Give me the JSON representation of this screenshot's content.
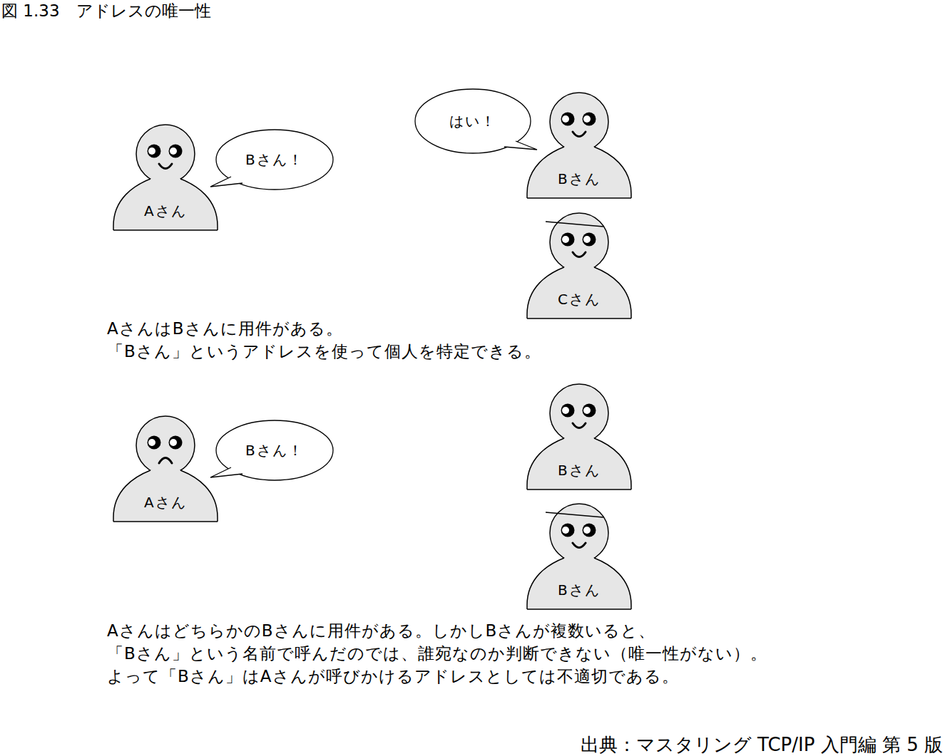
{
  "diagram": {
    "title": "図 1.33　アドレスの唯一性",
    "nodes": [
      {
        "text": [
          "Aさん"
        ]
      },
      {
        "text": [
          "Bさん！"
        ]
      },
      {
        "text": [
          "はい！"
        ]
      },
      {
        "text": [
          "Bさん"
        ]
      },
      {
        "text": [
          "Cさん"
        ]
      },
      {
        "text": [
          "Aさん"
        ]
      },
      {
        "text": [
          "Bさん！"
        ]
      },
      {
        "text": [
          "Bさん"
        ]
      },
      {
        "text": [
          "Bさん"
        ]
      }
    ],
    "labels": [
      "AさんはBさんに用件がある。",
      "「Bさん」というアドレスを使って個人を特定できる。",
      "AさんはどちらかのBさんに用件がある。しかしBさんが複数いると、",
      "「Bさん」という名前で呼んだのでは、誰宛なのか判断できない（唯一性がない）。",
      "よって「Bさん」はAさんが呼びかけるアドレスとしては不適切である。",
      "出典：マスタリング TCP/IP 入門編 第 5 版"
    ]
  }
}
